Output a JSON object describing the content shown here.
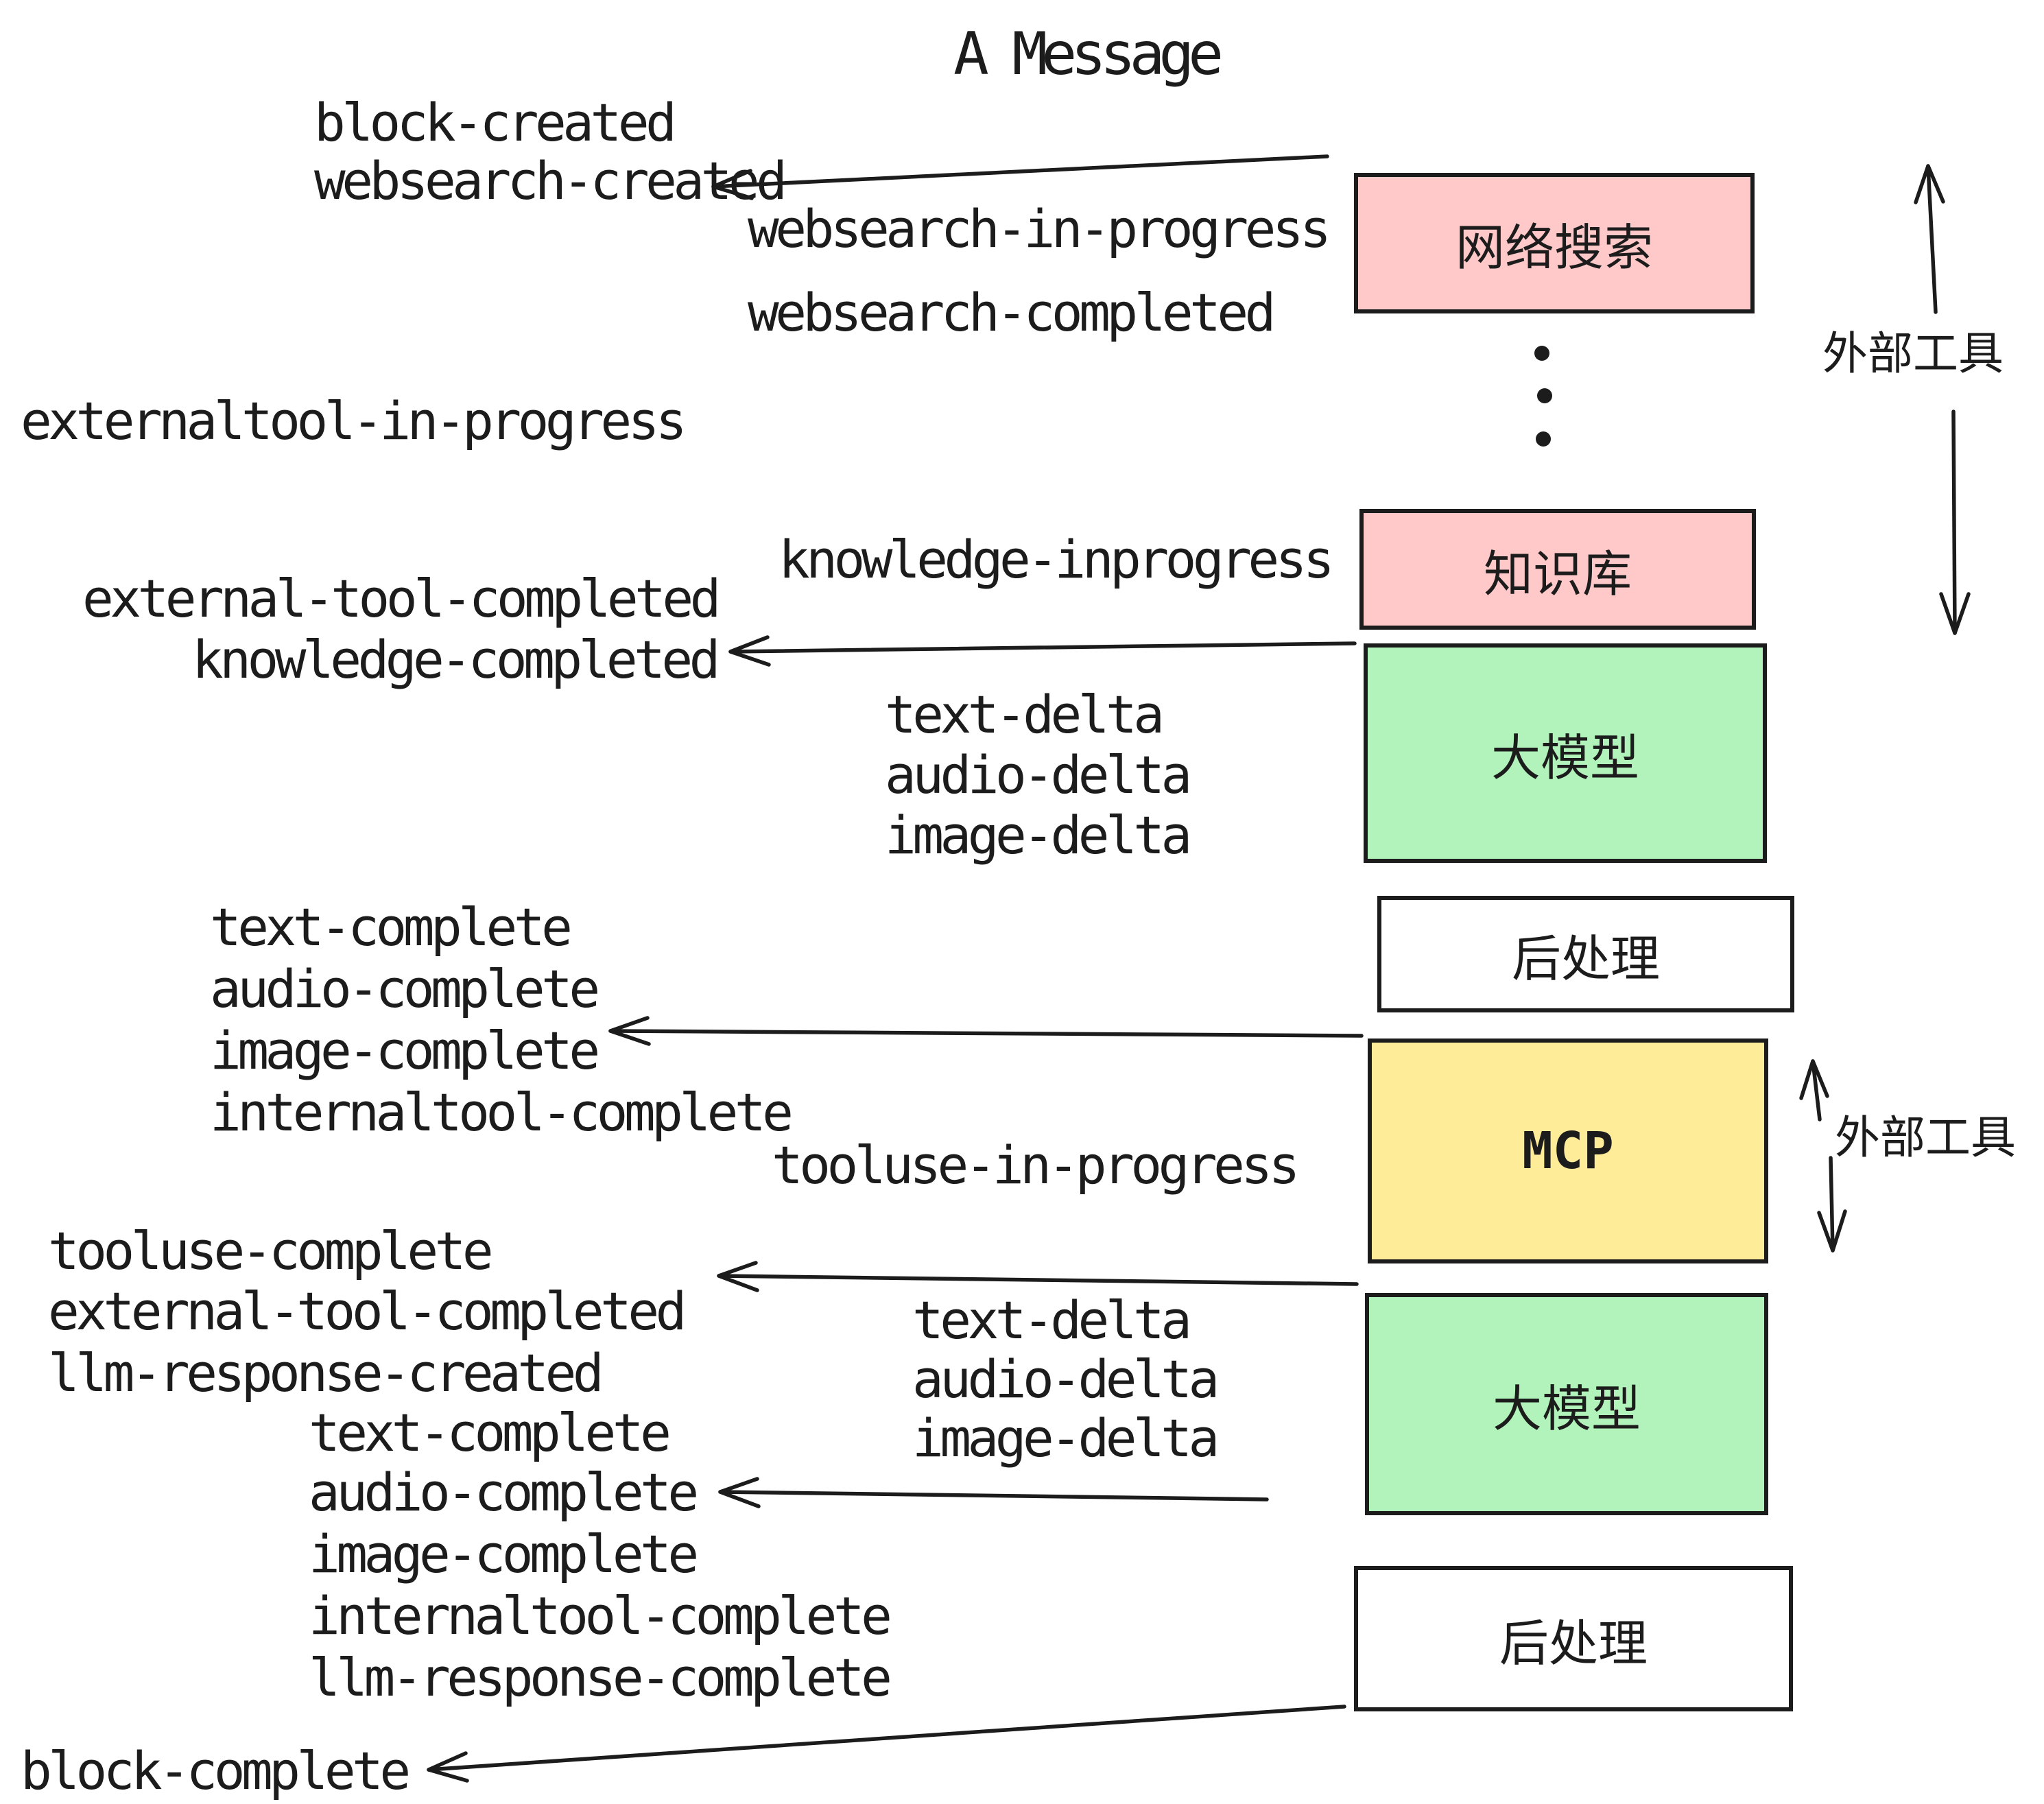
{
  "title": "A Message",
  "boxes": [
    {
      "id": "websearch",
      "label": "网络搜索",
      "color": "#ffc9c9"
    },
    {
      "id": "knowledge",
      "label": "知识库",
      "color": "#ffc9c9"
    },
    {
      "id": "llm-1",
      "label": "大模型",
      "color": "#b2f2bb"
    },
    {
      "id": "postprocess-1",
      "label": "后处理",
      "color": "#ffffff"
    },
    {
      "id": "mcp",
      "label": "MCP",
      "color": "#ffec99"
    },
    {
      "id": "llm-2",
      "label": "大模型",
      "color": "#b2f2bb"
    },
    {
      "id": "postprocess-2",
      "label": "后处理",
      "color": "#ffffff"
    }
  ],
  "side_labels": [
    {
      "text": "外部工具"
    },
    {
      "text": "外部工具"
    }
  ],
  "events": [
    {
      "text": "block-created"
    },
    {
      "text": "websearch-created"
    },
    {
      "text": "websearch-in-progress"
    },
    {
      "text": "websearch-completed"
    },
    {
      "text": "externaltool-in-progress"
    },
    {
      "text": "knowledge-inprogress"
    },
    {
      "text": "external-tool-completed"
    },
    {
      "text": "knowledge-completed"
    },
    {
      "text": "text-delta"
    },
    {
      "text": "audio-delta"
    },
    {
      "text": "image-delta"
    },
    {
      "text": "text-complete"
    },
    {
      "text": "audio-complete"
    },
    {
      "text": "image-complete"
    },
    {
      "text": "internaltool-complete"
    },
    {
      "text": "tooluse-in-progress"
    },
    {
      "text": "tooluse-complete"
    },
    {
      "text": "external-tool-completed"
    },
    {
      "text": "llm-response-created"
    },
    {
      "text": "text-delta"
    },
    {
      "text": "audio-delta"
    },
    {
      "text": "image-delta"
    },
    {
      "text": "text-complete"
    },
    {
      "text": "audio-complete"
    },
    {
      "text": "image-complete"
    },
    {
      "text": "internaltool-complete"
    },
    {
      "text": "llm-response-complete"
    },
    {
      "text": "block-complete"
    }
  ],
  "colors": {
    "ink": "#1c1c1c",
    "background": "#ffffff",
    "box_pink": "#ffc9c9",
    "box_green": "#b2f2bb",
    "box_yellow": "#ffec99",
    "box_white": "#ffffff"
  }
}
